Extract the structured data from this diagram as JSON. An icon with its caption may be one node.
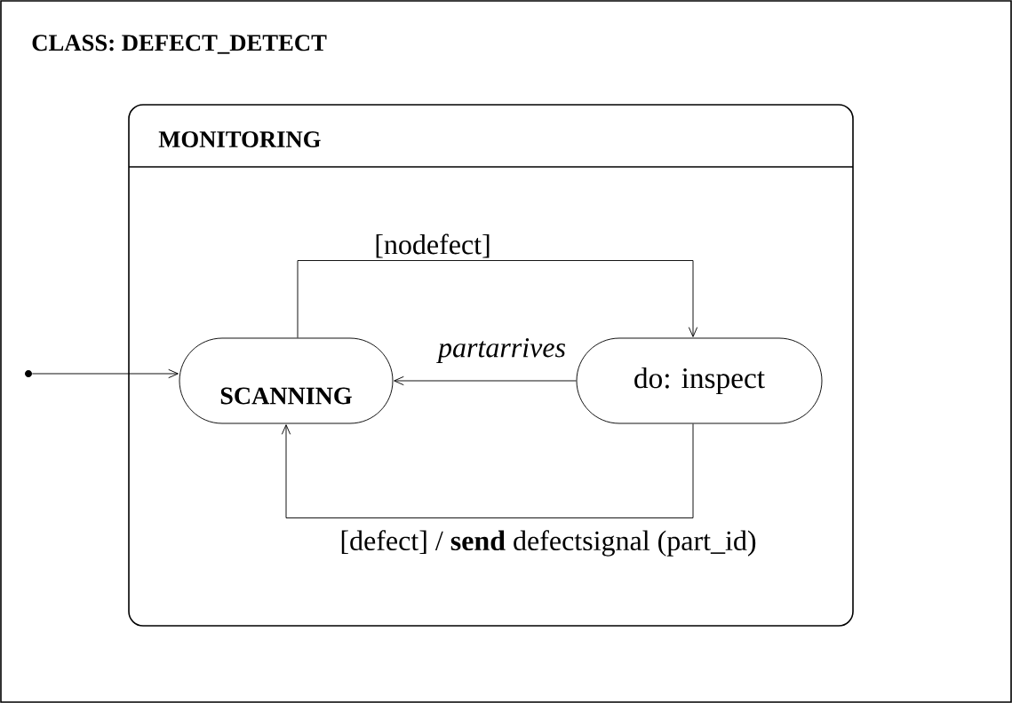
{
  "diagram": {
    "nodes": [
      {
        "text": [
          "CLASS: DEFECT_DETECT"
        ]
      },
      {
        "text": [
          "MONITORING"
        ],
        "in": 0
      },
      {
        "text": [
          "SCANNING"
        ],
        "in": 1
      },
      {
        "text": [
          "do: inspect"
        ],
        "in": 1
      },
      {
        "text": [],
        "shape": "circle",
        "in": 0
      }
    ],
    "edges": [
      {
        "from": 4,
        "to": 2,
        "arrow": "to"
      },
      {
        "from": 2,
        "to": 3,
        "arrow": "to",
        "label": "[nodefect]"
      },
      {
        "from": 3,
        "to": 2,
        "arrow": "to",
        "label": "partarrives"
      },
      {
        "from": 3,
        "to": 2,
        "arrow": "to",
        "label": "[defect]  / **send**  defectsignal (part_id)"
      }
    ]
  }
}
